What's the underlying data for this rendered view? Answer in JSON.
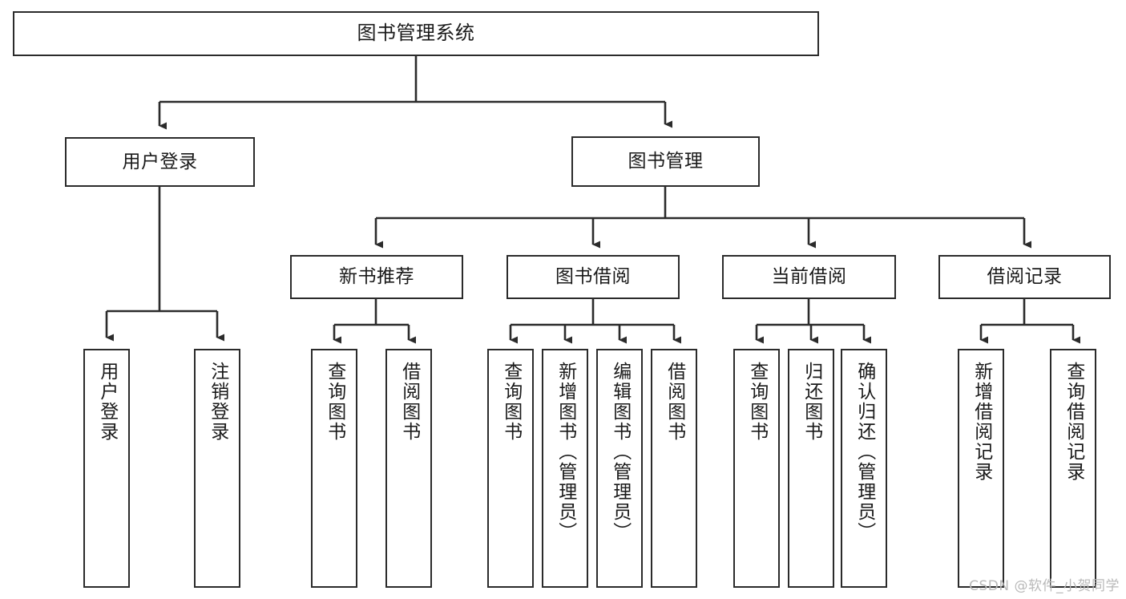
{
  "diagram": {
    "title": "图书管理系统",
    "type": "tree-hierarchy-chart",
    "watermark": "CSDN @软件_小贺同学",
    "colors": {
      "stroke": "#2b2b2b",
      "fill": "#ffffff",
      "text": "#1a1a1a",
      "watermark": "#b9b9b9"
    },
    "nodes": {
      "root": {
        "label": "图书管理系统"
      },
      "level1": [
        {
          "id": "user-login",
          "label": "用户登录"
        },
        {
          "id": "book-management",
          "label": "图书管理"
        }
      ],
      "level2": [
        {
          "id": "new-book-recommend",
          "label": "新书推荐"
        },
        {
          "id": "book-borrow",
          "label": "图书借阅"
        },
        {
          "id": "current-borrow",
          "label": "当前借阅"
        },
        {
          "id": "borrow-record",
          "label": "借阅记录"
        }
      ],
      "leaves": {
        "user-login": [
          {
            "id": "leaf-user-login",
            "label": "用户登录"
          },
          {
            "id": "leaf-user-logout",
            "label": "注销登录"
          }
        ],
        "new-book-recommend": [
          {
            "id": "leaf-query-book-1",
            "label": "查询图书"
          },
          {
            "id": "leaf-borrow-book-1",
            "label": "借阅图书"
          }
        ],
        "book-borrow": [
          {
            "id": "leaf-query-book-2",
            "label": "查询图书"
          },
          {
            "id": "leaf-add-book",
            "label": "新增图书（管理员）"
          },
          {
            "id": "leaf-edit-book",
            "label": "编辑图书（管理员）"
          },
          {
            "id": "leaf-borrow-book-2",
            "label": "借阅图书"
          }
        ],
        "current-borrow": [
          {
            "id": "leaf-query-book-3",
            "label": "查询图书"
          },
          {
            "id": "leaf-return-book",
            "label": "归还图书"
          },
          {
            "id": "leaf-confirm-return",
            "label": "确认归还（管理员）"
          }
        ],
        "borrow-record": [
          {
            "id": "leaf-add-record",
            "label": "新增借阅记录"
          },
          {
            "id": "leaf-query-record",
            "label": "查询借阅记录"
          }
        ]
      }
    }
  }
}
